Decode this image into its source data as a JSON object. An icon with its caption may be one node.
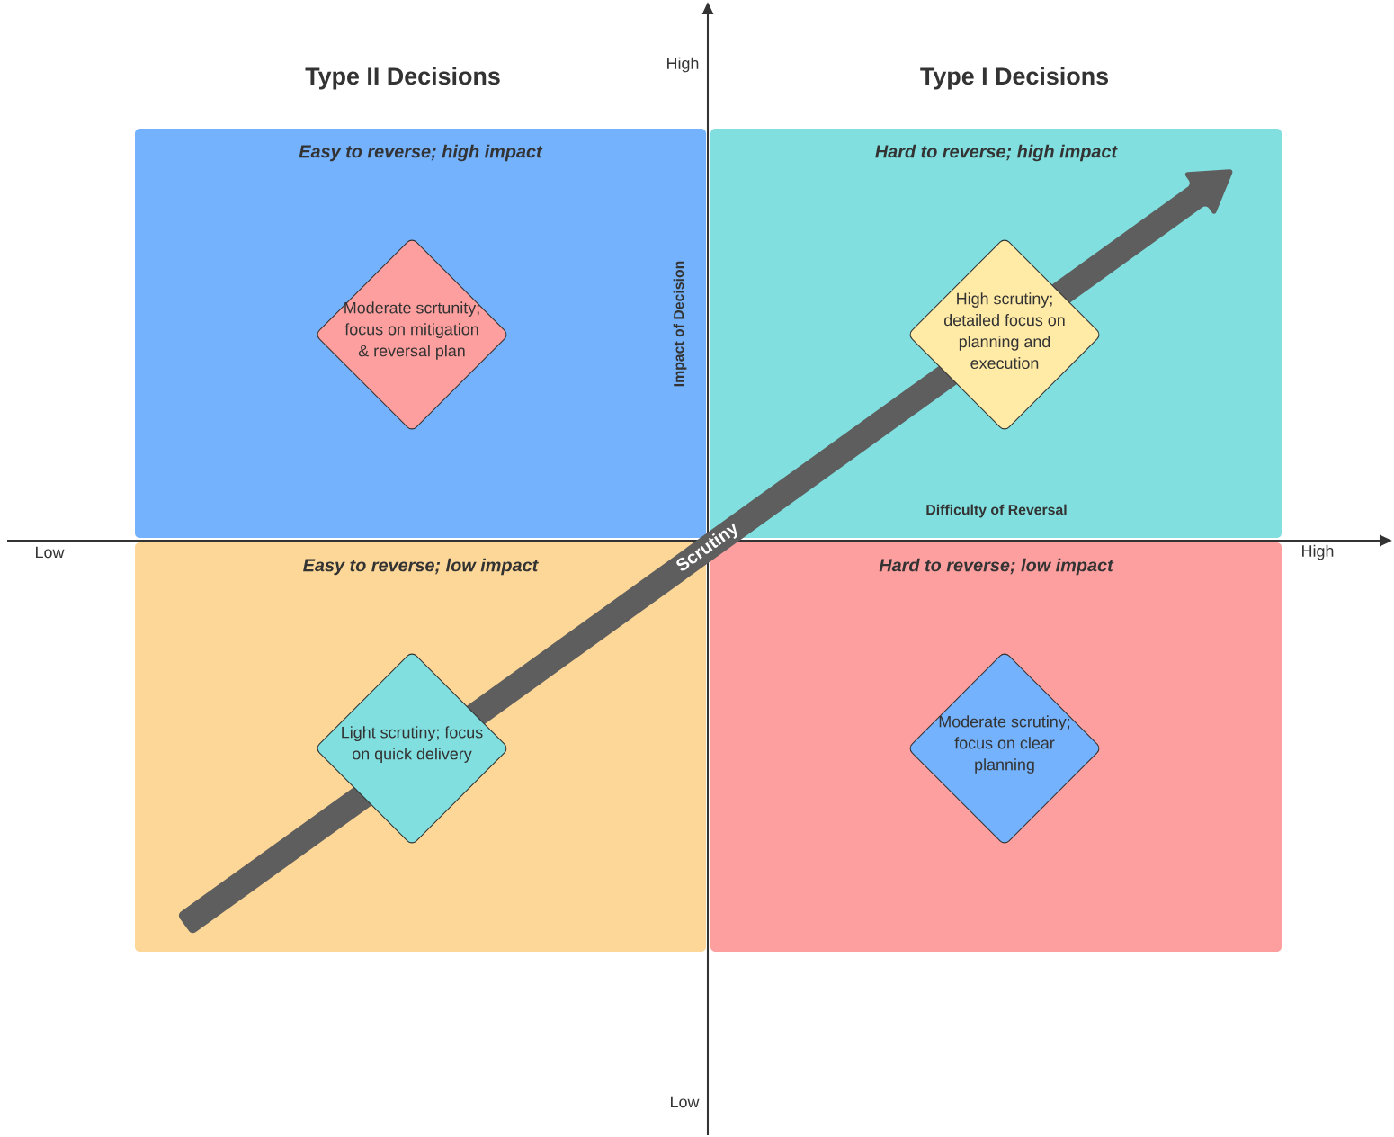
{
  "diagram": {
    "nodes": [
      {
        "text": [
          "Easy to reverse; high impact"
        ]
      },
      {
        "text": [
          "Moderate scrtunity; focus on mitigation & reversal plan"
        ],
        "in": 0
      },
      {
        "text": [
          "Hard to reverse; high impact"
        ]
      },
      {
        "text": [
          "High scrutiny; detailed focus on planning and execution"
        ],
        "in": 2
      },
      {
        "text": [
          "Easy to reverse; low impact"
        ]
      },
      {
        "text": [
          "Light scrutiny; focus on quick delivery"
        ],
        "in": 4
      },
      {
        "text": [
          "Hard to reverse; low impact"
        ]
      },
      {
        "text": [
          "Moderate scrutiny; focus on clear planning"
        ],
        "in": 6
      }
    ],
    "labels": [
      "Type II Decisions",
      "High",
      "Type I Decisions",
      "Impact of Decision",
      "Difficulty of Reversal",
      "Low",
      "High",
      "Scrutiny",
      "Low"
    ]
  }
}
